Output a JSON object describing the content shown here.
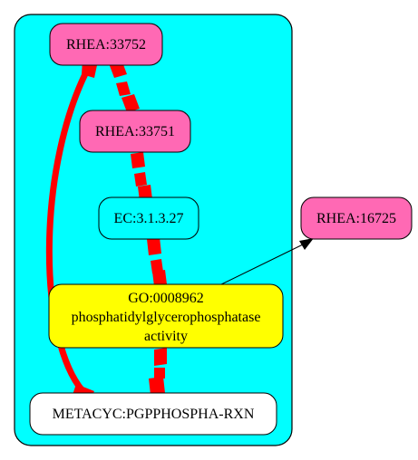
{
  "colors": {
    "cluster_fill": "#00ffff",
    "rhea_fill": "#ff69b4",
    "go_fill": "#ffff00",
    "plain_fill": "#ffffff",
    "edge_red": "#ff0000",
    "edge_black": "#000000"
  },
  "nodes": {
    "rhea_33752": {
      "label": "RHEA:33752"
    },
    "rhea_33751": {
      "label": "RHEA:33751"
    },
    "ec_3_1_3_27": {
      "label": "EC:3.1.3.27"
    },
    "rhea_16725": {
      "label": "RHEA:16725"
    },
    "go_0008962": {
      "label_lines": [
        "GO:0008962",
        "phosphatidylglycerophosphatase",
        "activity"
      ]
    },
    "metacyc_rxn": {
      "label": "METACYC:PGPPHOSPHA-RXN"
    }
  }
}
